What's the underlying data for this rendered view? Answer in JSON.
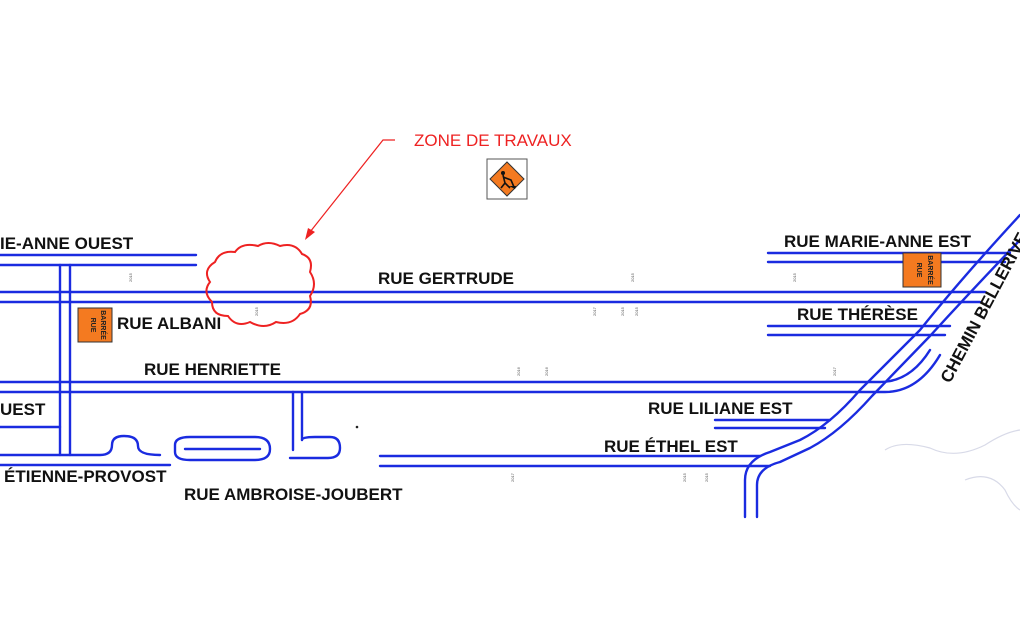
{
  "zone_label": "ZONE DE TRAVAUX",
  "streets": {
    "marie_anne_ouest": "IE-ANNE OUEST",
    "gertrude": "RUE  GERTRUDE",
    "albani": "RUE ALBANI",
    "henriette": "RUE HENRIETTE",
    "ouest": "UEST",
    "etienne_provost": "ÉTIENNE-PROVOST",
    "ambroise_joubert": "RUE AMBROISE-JOUBERT",
    "marie_anne_est": "RUE  MARIE-ANNE EST",
    "therese": "RUE  THÉRÈSE",
    "liliane_est": "RUE LILIANE EST",
    "ethel_est": "RUE ÉTHEL EST",
    "chemin_bellerive": "CHEMIN BELLERIVE"
  },
  "signs": {
    "rue_barree_line1": "RUE",
    "rue_barree_line2": "BARRÉE"
  },
  "colors": {
    "road": "#1a2be0",
    "zone": "#ee2222",
    "sign_orange": "#f47a20"
  }
}
